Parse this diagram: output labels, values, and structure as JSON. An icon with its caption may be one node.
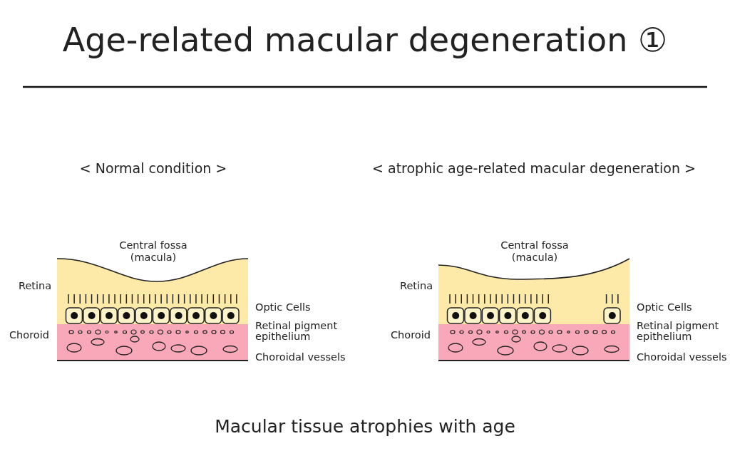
{
  "diagram": {
    "title": "Age-related macular degeneration ①",
    "caption": "Macular tissue atrophies with age",
    "labels": [
      "< Normal condition >",
      "< atrophic age-related macular degeneration >",
      "Central fossa (macula)",
      "Retina",
      "Optic Cells",
      "Choroid",
      "Retinal pigment epithelium",
      "Choroidal vessels",
      "Central fossa (macula)",
      "Retina",
      "Optic Cells",
      "Choroid",
      "Retinal pigment epithelium",
      "Choroidal vessels"
    ]
  }
}
